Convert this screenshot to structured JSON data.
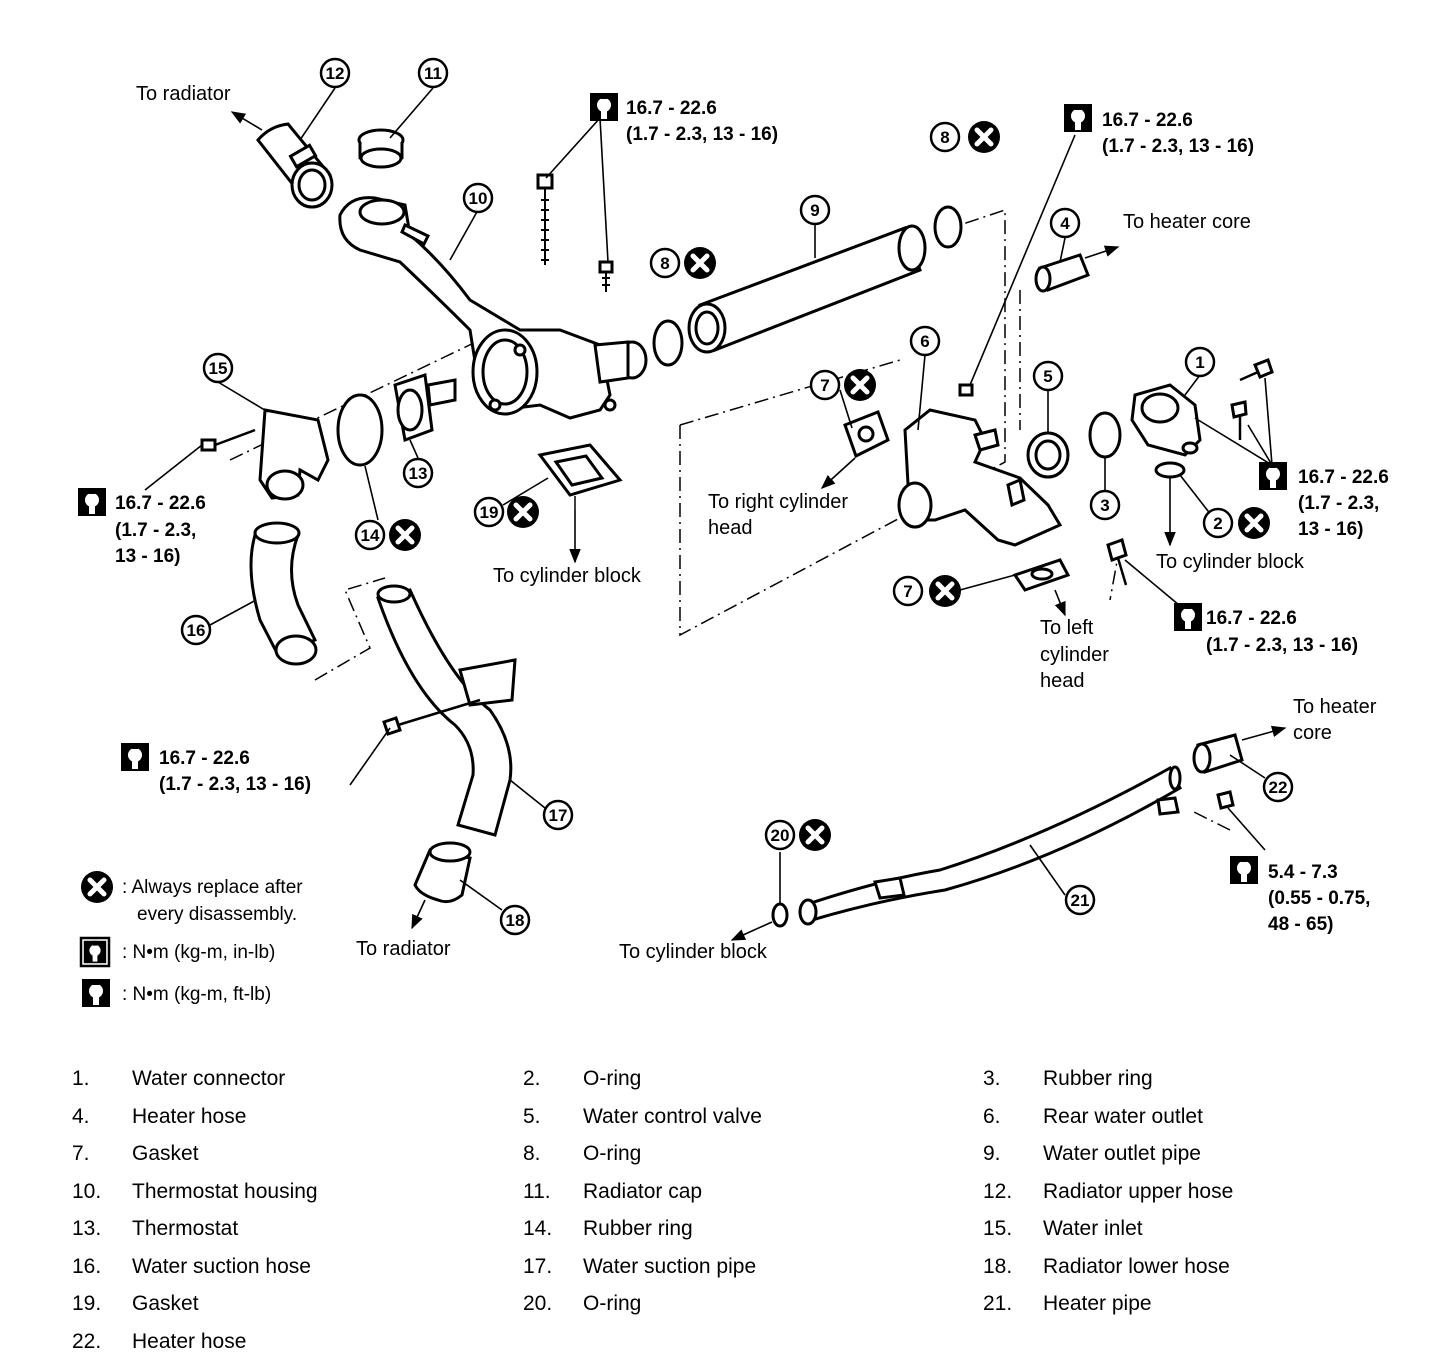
{
  "labels": {
    "to_radiator_top": "To radiator",
    "to_radiator_bottom": "To radiator",
    "to_heater_core_top": "To heater core",
    "to_heater_core_right_1": "To heater",
    "to_heater_core_right_2": "core",
    "to_cylinder_block_center": "To cylinder block",
    "to_cylinder_block_right": "To cylinder block",
    "to_cylinder_block_bottom": "To cylinder block",
    "to_right_cyl_1": "To right cylinder",
    "to_right_cyl_2": "head",
    "to_left_cyl_1": "To left",
    "to_left_cyl_2": "cylinder",
    "to_left_cyl_3": "head"
  },
  "torque": {
    "standard_1": "16.7 - 22.6",
    "standard_2": "(1.7 - 2.3, 13 - 16)",
    "left_2": "(1.7 - 2.3,",
    "left_3": "13 - 16)",
    "right_2": "(1.7 - 2.3,",
    "right_3": "13 - 16)",
    "heater_1": "5.4 - 7.3",
    "heater_2": "(0.55 - 0.75,",
    "heater_3": "48 - 65)"
  },
  "callouts": [
    "1",
    "2",
    "3",
    "4",
    "5",
    "6",
    "7",
    "8",
    "9",
    "10",
    "11",
    "12",
    "13",
    "14",
    "15",
    "16",
    "17",
    "18",
    "19",
    "20",
    "21",
    "22"
  ],
  "legend": {
    "replace_1": ": Always replace after",
    "replace_2": "every disassembly.",
    "in_lb": ":  N•m  (kg-m,  in-lb)",
    "ft_lb": ":  N•m  (kg-m,  ft-lb)"
  },
  "parts": [
    {
      "num": "1.",
      "name": "Water connector"
    },
    {
      "num": "2.",
      "name": "O-ring"
    },
    {
      "num": "3.",
      "name": "Rubber ring"
    },
    {
      "num": "4.",
      "name": "Heater hose"
    },
    {
      "num": "5.",
      "name": "Water control valve"
    },
    {
      "num": "6.",
      "name": "Rear water outlet"
    },
    {
      "num": "7.",
      "name": "Gasket"
    },
    {
      "num": "8.",
      "name": "O-ring"
    },
    {
      "num": "9.",
      "name": "Water outlet pipe"
    },
    {
      "num": "10.",
      "name": "Thermostat housing"
    },
    {
      "num": "11.",
      "name": "Radiator cap"
    },
    {
      "num": "12.",
      "name": "Radiator upper hose"
    },
    {
      "num": "13.",
      "name": "Thermostat"
    },
    {
      "num": "14.",
      "name": "Rubber ring"
    },
    {
      "num": "15.",
      "name": "Water inlet"
    },
    {
      "num": "16.",
      "name": "Water suction hose"
    },
    {
      "num": "17.",
      "name": "Water suction pipe"
    },
    {
      "num": "18.",
      "name": "Radiator lower hose"
    },
    {
      "num": "19.",
      "name": "Gasket"
    },
    {
      "num": "20.",
      "name": "O-ring"
    },
    {
      "num": "21.",
      "name": "Heater pipe"
    },
    {
      "num": "22.",
      "name": "Heater hose"
    }
  ]
}
